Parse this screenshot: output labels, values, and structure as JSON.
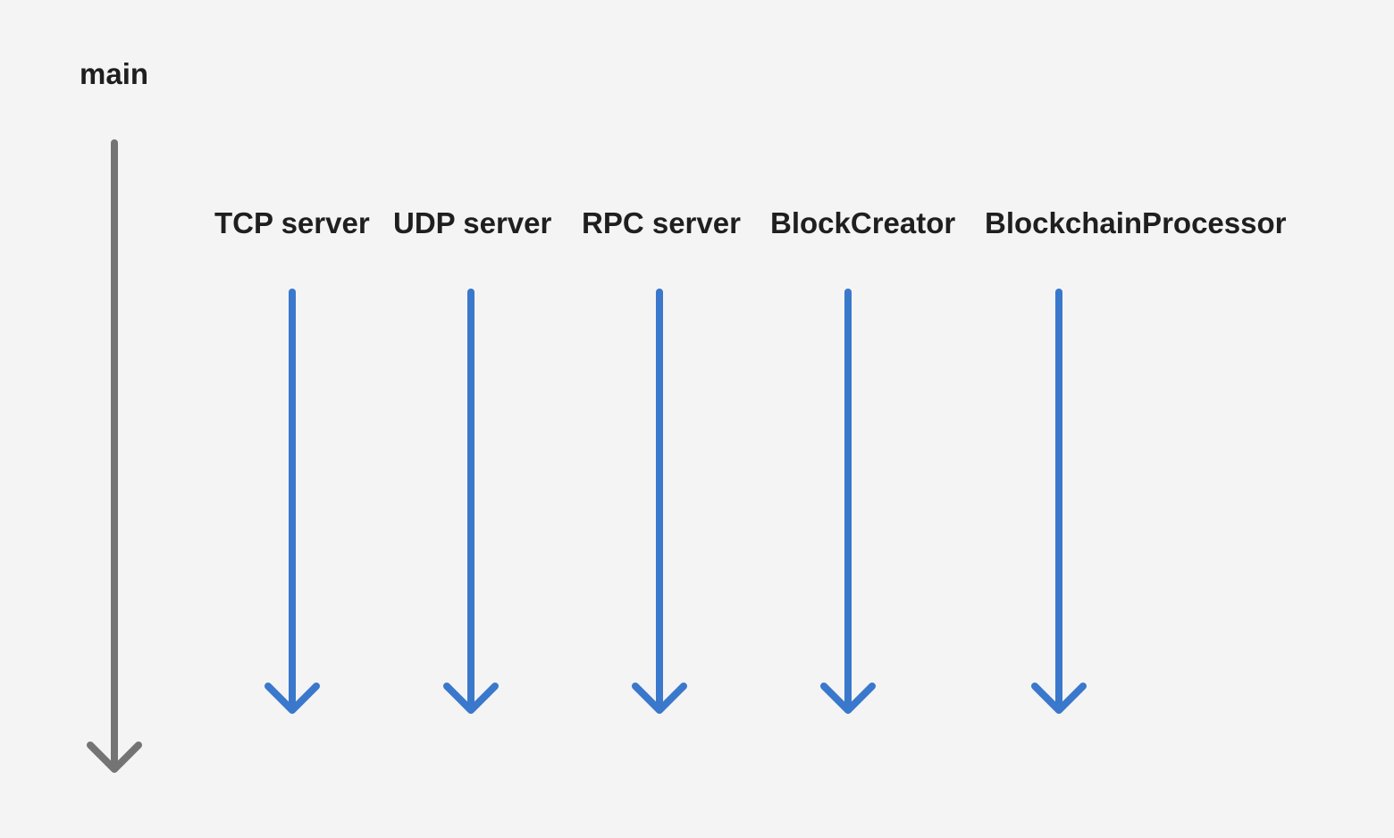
{
  "main_thread": {
    "label": "main",
    "color": "#747474",
    "icon": "arrow-down-icon"
  },
  "threads_color": "#3a78cc",
  "threads": [
    {
      "label": "TCP server",
      "icon": "arrow-down-icon"
    },
    {
      "label": "UDP server",
      "icon": "arrow-down-icon"
    },
    {
      "label": "RPC server",
      "icon": "arrow-down-icon"
    },
    {
      "label": "BlockCreator",
      "icon": "arrow-down-icon"
    },
    {
      "label": "BlockchainProcessor",
      "icon": "arrow-down-icon"
    }
  ]
}
